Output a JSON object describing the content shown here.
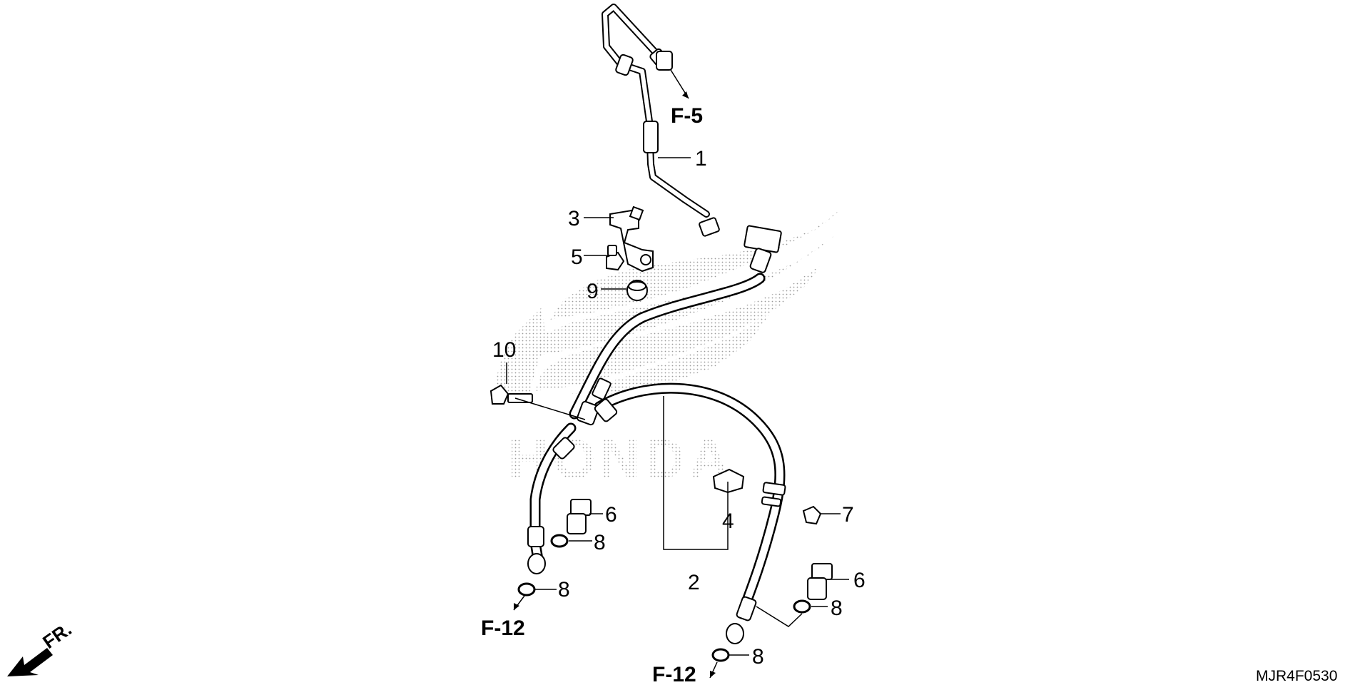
{
  "diagram": {
    "watermark": "HONDA",
    "diagram_code": "MJR4F0530",
    "direction_label": "FR.",
    "callouts": {
      "c1": "1",
      "c2": "2",
      "c3": "3",
      "c4": "4",
      "c5": "5",
      "c6a": "6",
      "c6b": "6",
      "c7": "7",
      "c8a": "8",
      "c8b": "8",
      "c8c": "8",
      "c8d": "8",
      "c9": "9",
      "c10": "10"
    },
    "references": {
      "top": "F-5",
      "bottom_left": "F-12",
      "bottom_center": "F-12"
    }
  }
}
